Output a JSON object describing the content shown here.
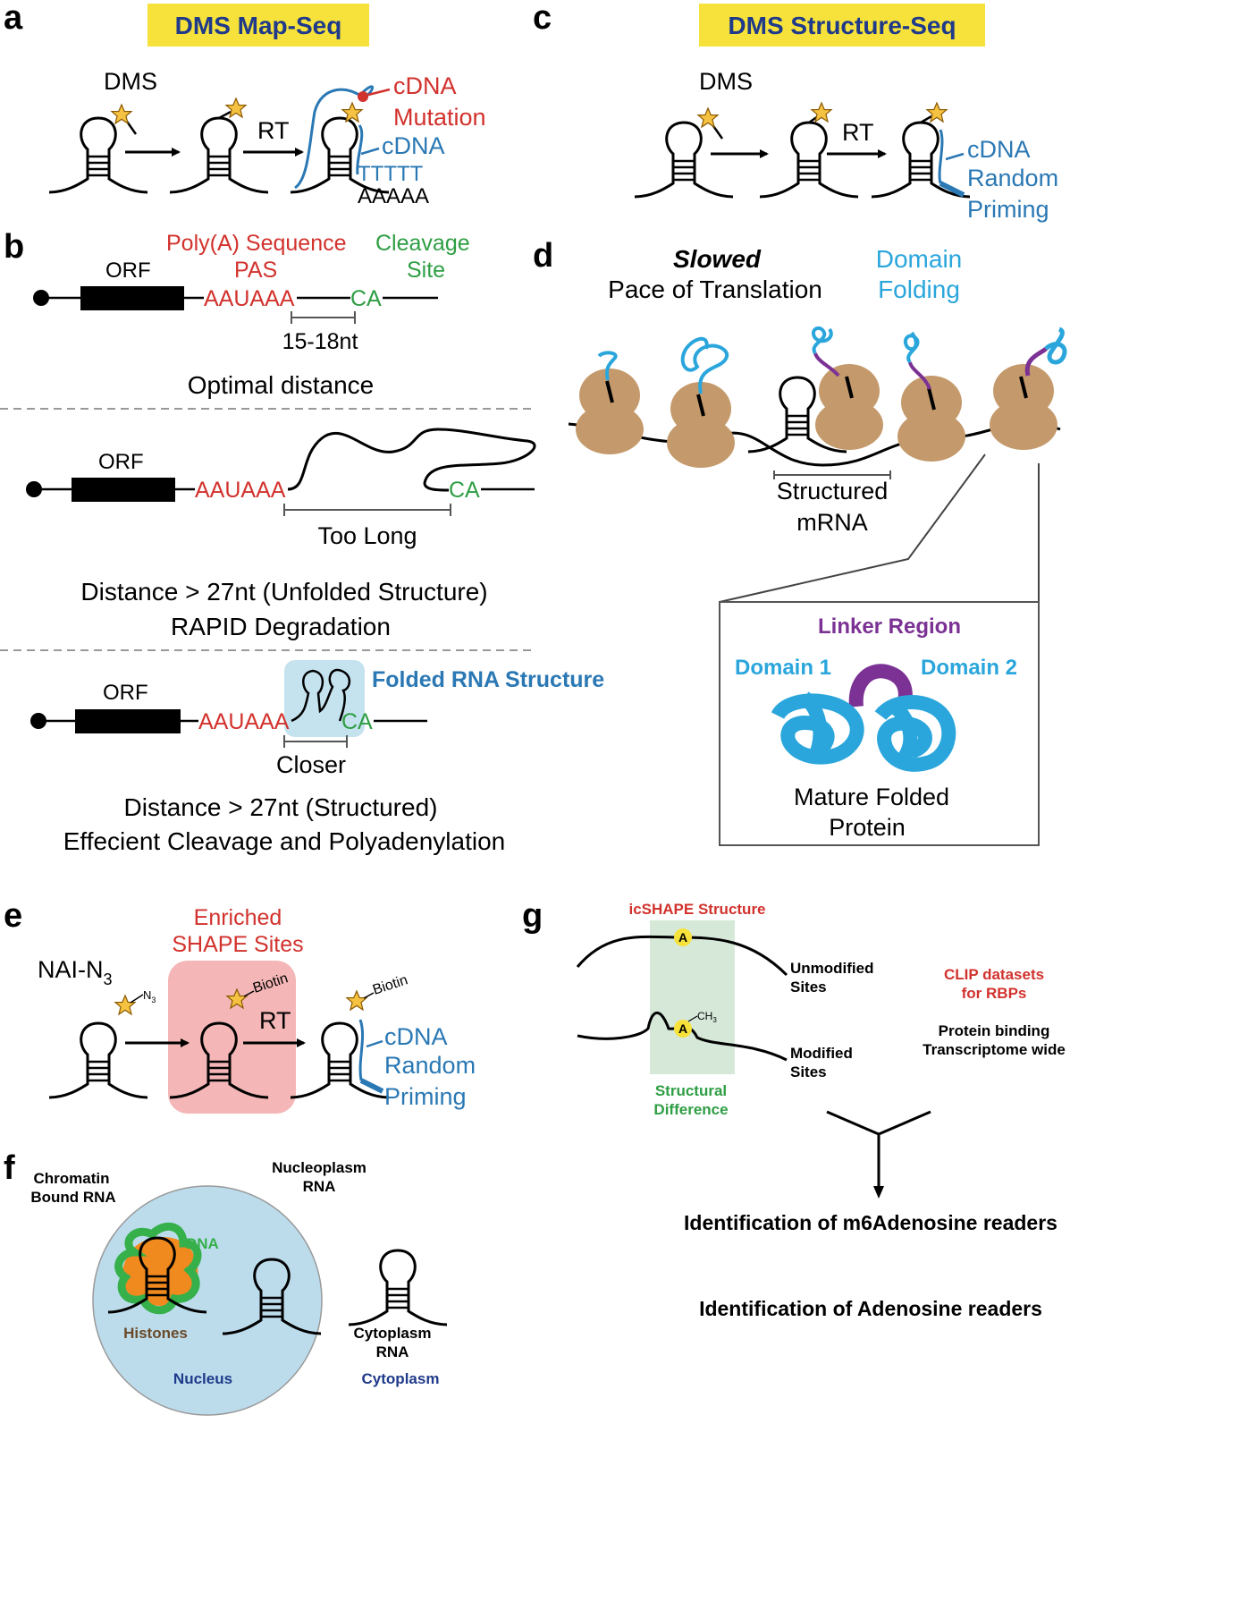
{
  "colors": {
    "red": "#d2322d",
    "blue": "#2a78b4",
    "cyan": "#2aa6dc",
    "green": "#2f9e44",
    "purple": "#7b3294",
    "tan": "#c49a6c",
    "yellow": "#f6e23a",
    "star": "#f5c242",
    "pink": "#f4b6b6",
    "nucleus": "#bcdcec",
    "histone": "#f08a1e",
    "dna": "#35b04a",
    "structbox": "#d6e9d9",
    "foldedbox": "#c5e3ef",
    "navy": "#1f3a8a"
  },
  "panel_a": {
    "letter": "a",
    "title": "DMS Map-Seq",
    "dms": "DMS",
    "rt": "RT",
    "cdna_mutation": [
      "cDNA",
      "Mutation"
    ],
    "cdna": "cDNA",
    "polyT": "TTTTT",
    "polyA": "AAAAA"
  },
  "panel_b": {
    "letter": "b",
    "row1": {
      "orf": "ORF",
      "polyA_seq": [
        "Poly(A) Sequence",
        "PAS"
      ],
      "cleavage": [
        "Cleavage",
        "Site"
      ],
      "aauaaa": "AAUAAA",
      "ca": "CA",
      "distance": "15-18nt",
      "caption": "Optimal distance"
    },
    "row2": {
      "orf": "ORF",
      "aauaaa": "AAUAAA",
      "ca": "CA",
      "distance": "Too Long",
      "caption": [
        "Distance > 27nt (Unfolded Structure)",
        "RAPID Degradation"
      ]
    },
    "row3": {
      "orf": "ORF",
      "aauaaa": "AAUAAA",
      "ca": "CA",
      "folded": "Folded RNA Structure",
      "distance": "Closer",
      "caption": [
        "Distance > 27nt (Structured)",
        "Effecient Cleavage and Polyadenylation"
      ]
    }
  },
  "panel_c": {
    "letter": "c",
    "title": "DMS Structure-Seq",
    "dms": "DMS",
    "rt": "RT",
    "cdna": [
      "cDNA",
      "Random",
      "Priming"
    ]
  },
  "panel_d": {
    "letter": "d",
    "slowed": "Slowed",
    "pace": "Pace of Translation",
    "domain_folding": [
      "Domain",
      "Folding"
    ],
    "structured_mrna": [
      "Structured",
      "mRNA"
    ],
    "linker": "Linker Region",
    "domain1": "Domain 1",
    "domain2": "Domain 2",
    "mature": [
      "Mature Folded",
      "Protein"
    ]
  },
  "panel_e": {
    "letter": "e",
    "enriched": [
      "Enriched",
      "SHAPE Sites"
    ],
    "nai": "NAI-N",
    "nai_sub": "3",
    "n3": "N",
    "n3_sub": "3",
    "biotin1": "Biotin",
    "biotin2": "Biotin",
    "rt": "RT",
    "cdna": [
      "cDNA",
      "Random",
      "Priming"
    ]
  },
  "panel_f": {
    "letter": "f",
    "chromatin": [
      "Chromatin",
      "Bound RNA"
    ],
    "nucleoplasm": [
      "Nucleoplasm",
      "RNA"
    ],
    "dna": "DNA",
    "histones": "Histones",
    "nucleus": "Nucleus",
    "cytoplasm_rna": [
      "Cytoplasm",
      "RNA"
    ],
    "cytoplasm": "Cytoplasm"
  },
  "panel_g": {
    "letter": "g",
    "icshape": "icSHAPE Structure",
    "a1": "A",
    "a2": "A",
    "ch3": "CH",
    "ch3_sub": "3",
    "unmodified": [
      "Unmodified",
      "Sites"
    ],
    "modified": [
      "Modified",
      "Sites"
    ],
    "structural": [
      "Structural",
      "Difference"
    ],
    "clip": [
      "CLIP datasets",
      "for RBPs"
    ],
    "protein_binding": [
      "Protein binding",
      "Transcriptome wide"
    ],
    "ident1": "Identification of m6Adenosine readers",
    "ident2": "Identification of Adenosine readers"
  }
}
